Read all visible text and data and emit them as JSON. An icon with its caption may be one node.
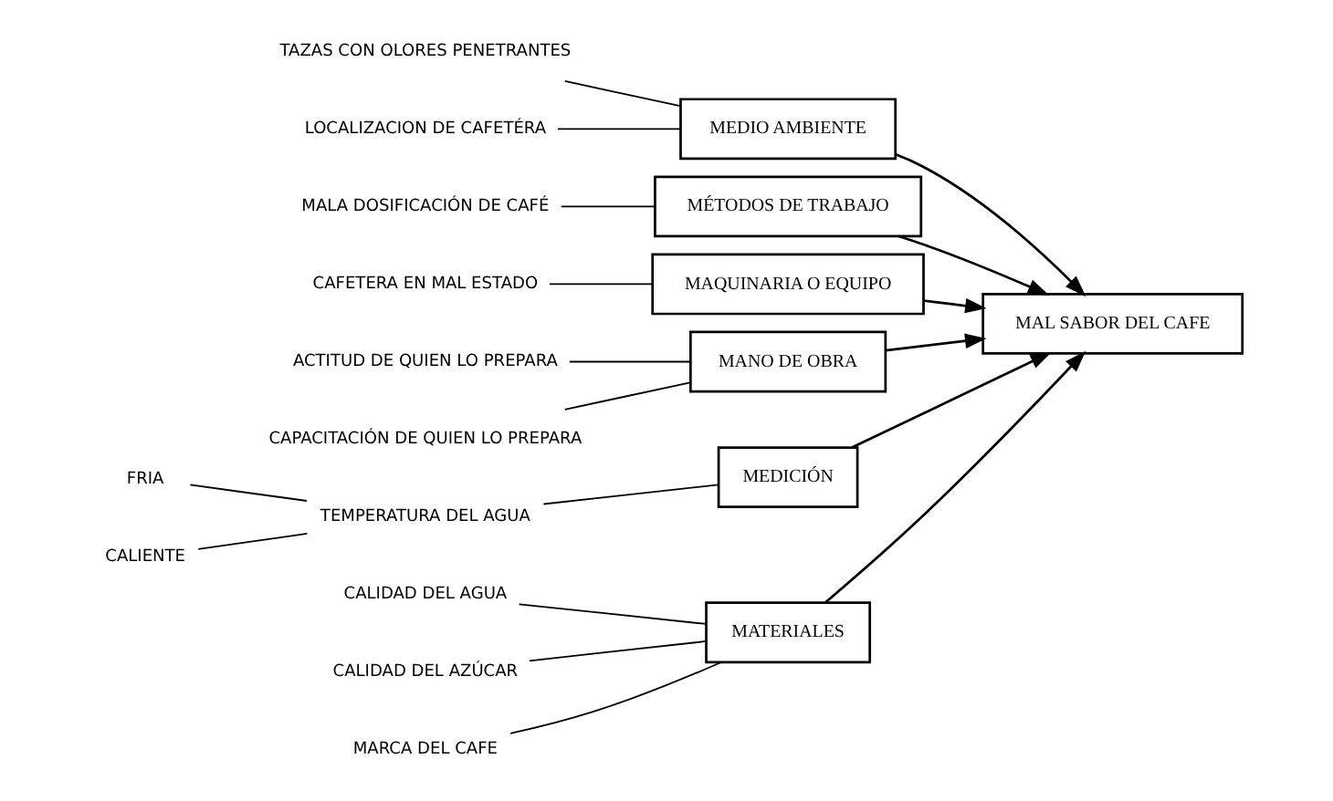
{
  "diagram": {
    "nodes": [
      {
        "text": [
          "MATERIALES"
        ]
      },
      {
        "text": [
          "MEDIO AMBIENTE"
        ]
      },
      {
        "text": [
          "MÉTODOS DE TRABAJO"
        ]
      },
      {
        "text": [
          "CALIDAD DEL AGUA"
        ]
      },
      {
        "text": [
          "CALIDAD DEL AZÚCAR"
        ]
      },
      {
        "text": [
          "MARCA DEL CAFE"
        ]
      },
      {
        "text": [
          "TAZAS CON OLORES PENETRANTES"
        ]
      },
      {
        "text": [
          "LOCALIZACION DE CAFETÉRA"
        ]
      },
      {
        "text": [
          "MALA DOSIFICACIÓN DE CAFÉ"
        ]
      },
      {
        "text": [
          "MAL SABOR DEL CAFE"
        ]
      },
      {
        "text": [
          "CAFETERA EN MAL ESTADO"
        ]
      },
      {
        "text": [
          "ACTITUD DE QUIEN LO PREPARA"
        ]
      },
      {
        "text": [
          "CAPACITACIÓN DE QUIEN LO PREPARA"
        ]
      },
      {
        "text": [
          "FRIA"
        ]
      },
      {
        "text": [
          "CALIENTE"
        ]
      },
      {
        "text": [
          "TEMPERATURA DEL AGUA"
        ]
      },
      {
        "text": [
          "MAQUINARIA O EQUIPO"
        ]
      },
      {
        "text": [
          "MANO DE OBRA"
        ]
      },
      {
        "text": [
          "MEDICIÓN"
        ]
      }
    ],
    "edges": [
      {
        "from": 0,
        "to": 9,
        "arrow": "to"
      },
      {
        "from": 1,
        "to": 9,
        "arrow": "to"
      },
      {
        "from": 2,
        "to": 9,
        "arrow": "to"
      },
      {
        "from": 16,
        "to": 9,
        "arrow": "to"
      },
      {
        "from": 17,
        "to": 9,
        "arrow": "to"
      },
      {
        "from": 18,
        "to": 9,
        "arrow": "to"
      },
      {
        "from": 3,
        "to": 0,
        "arrow": "none"
      },
      {
        "from": 4,
        "to": 0,
        "arrow": "none"
      },
      {
        "from": 5,
        "to": 0,
        "arrow": "none"
      },
      {
        "from": 6,
        "to": 1,
        "arrow": "none"
      },
      {
        "from": 7,
        "to": 1,
        "arrow": "none"
      },
      {
        "from": 8,
        "to": 2,
        "arrow": "none"
      },
      {
        "from": 10,
        "to": 16,
        "arrow": "none"
      },
      {
        "from": 11,
        "to": 17,
        "arrow": "none"
      },
      {
        "from": 12,
        "to": 17,
        "arrow": "none"
      },
      {
        "from": 15,
        "to": 18,
        "arrow": "none"
      },
      {
        "from": 13,
        "to": 15,
        "arrow": "none"
      },
      {
        "from": 14,
        "to": 15,
        "arrow": "none"
      }
    ]
  }
}
